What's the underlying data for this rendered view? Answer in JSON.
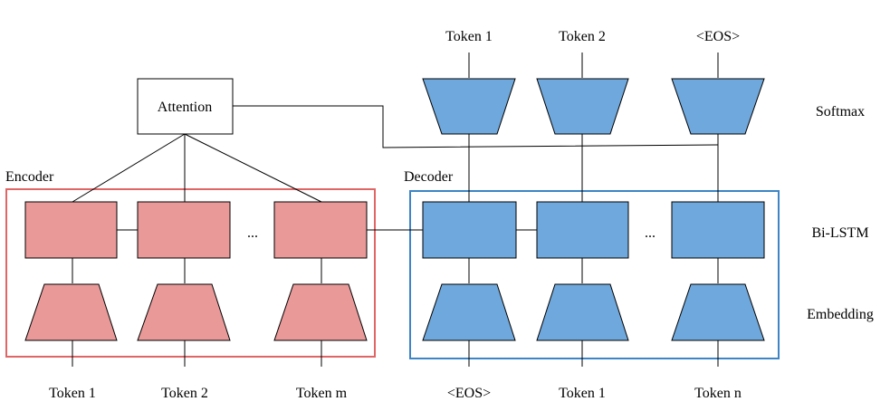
{
  "attention": {
    "label": "Attention"
  },
  "encoder": {
    "label": "Encoder",
    "inputs": [
      "Token 1",
      "Token 2",
      "Token m"
    ],
    "ellipsis": "..."
  },
  "decoder": {
    "label": "Decoder",
    "inputs": [
      "<EOS>",
      "Token 1",
      "Token n"
    ],
    "outputs": [
      "Token 1",
      "Token 2",
      "<EOS>"
    ],
    "ellipsis": "..."
  },
  "layers": {
    "softmax": "Softmax",
    "bilstm": "Bi-LSTM",
    "embedding": "Embedding"
  },
  "colors": {
    "encoder_fill": "#ea9999",
    "encoder_border": "#e06666",
    "decoder_fill": "#6fa8dc",
    "decoder_border": "#3d85c6",
    "stroke": "#000000"
  }
}
